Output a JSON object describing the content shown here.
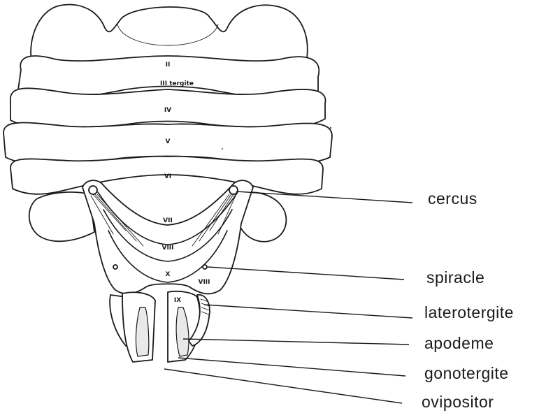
{
  "segments": {
    "II": "II",
    "III": "III tergite",
    "IV": "IV",
    "V": "V",
    "VI": "VI",
    "VII": "VII",
    "VIII_center": "VIII",
    "X": "X",
    "VIII_side": "VIII",
    "IX": "IX"
  },
  "labels": {
    "cercus": "cercus",
    "spiracle": "spiracle",
    "laterotergite": "laterotergite",
    "apodeme": "apodeme",
    "gonotergite": "gonotergite",
    "ovipositor": "ovipositor"
  }
}
